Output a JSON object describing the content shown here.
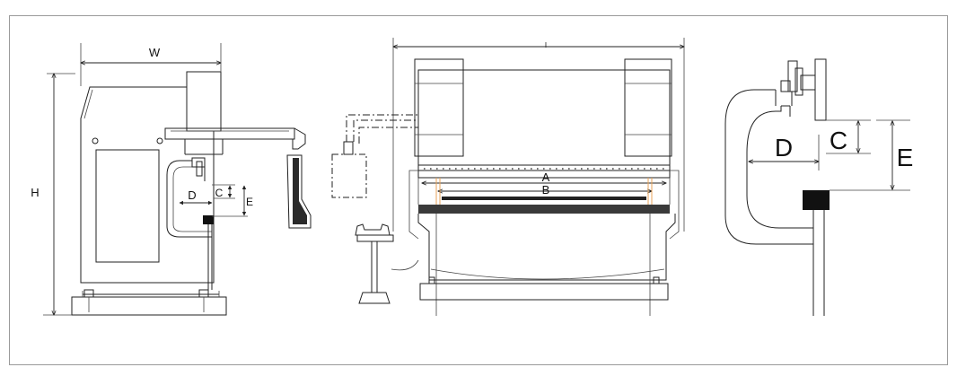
{
  "labels": {
    "side_view": {
      "width": "W",
      "height": "H",
      "throat_depth": "D",
      "stroke": "C",
      "open_height": "E"
    },
    "front_view": {
      "length": "I",
      "table_length": "A",
      "column_distance": "B"
    },
    "detail_view": {
      "throat_depth": "D",
      "stroke": "C",
      "open_height": "E"
    }
  },
  "colors": {
    "line": "#222222",
    "frame": "#9a9a9a",
    "die": "#111111",
    "accent_guide": "#e8a35a"
  }
}
